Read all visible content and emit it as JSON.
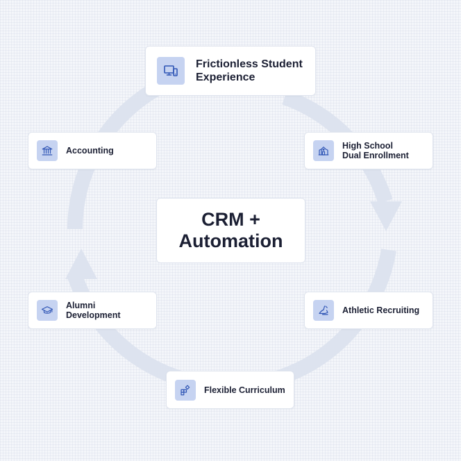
{
  "center": {
    "title": "CRM +\nAutomation"
  },
  "nodes": [
    {
      "id": "top",
      "label": "Frictionless Student\nExperience",
      "icon": "devices-icon"
    },
    {
      "id": "right-top",
      "label": "High School\nDual Enrollment",
      "icon": "school-building-icon"
    },
    {
      "id": "right-bottom",
      "label": "Athletic Recruiting",
      "icon": "athletic-shoe-icon"
    },
    {
      "id": "bottom",
      "label": "Flexible Curriculum",
      "icon": "modules-icon"
    },
    {
      "id": "left-bottom",
      "label": "Alumni\nDevelopment",
      "icon": "graduation-cap-icon"
    },
    {
      "id": "left-top",
      "label": "Accounting",
      "icon": "bank-icon"
    }
  ],
  "colors": {
    "background": "#f4f6fa",
    "cycle_arrow": "#dde3ef",
    "icon_tile": "#c6d3f1",
    "icon_stroke": "#2f55b5",
    "text": "#1b1f33",
    "card_border": "#dfe4ee"
  }
}
